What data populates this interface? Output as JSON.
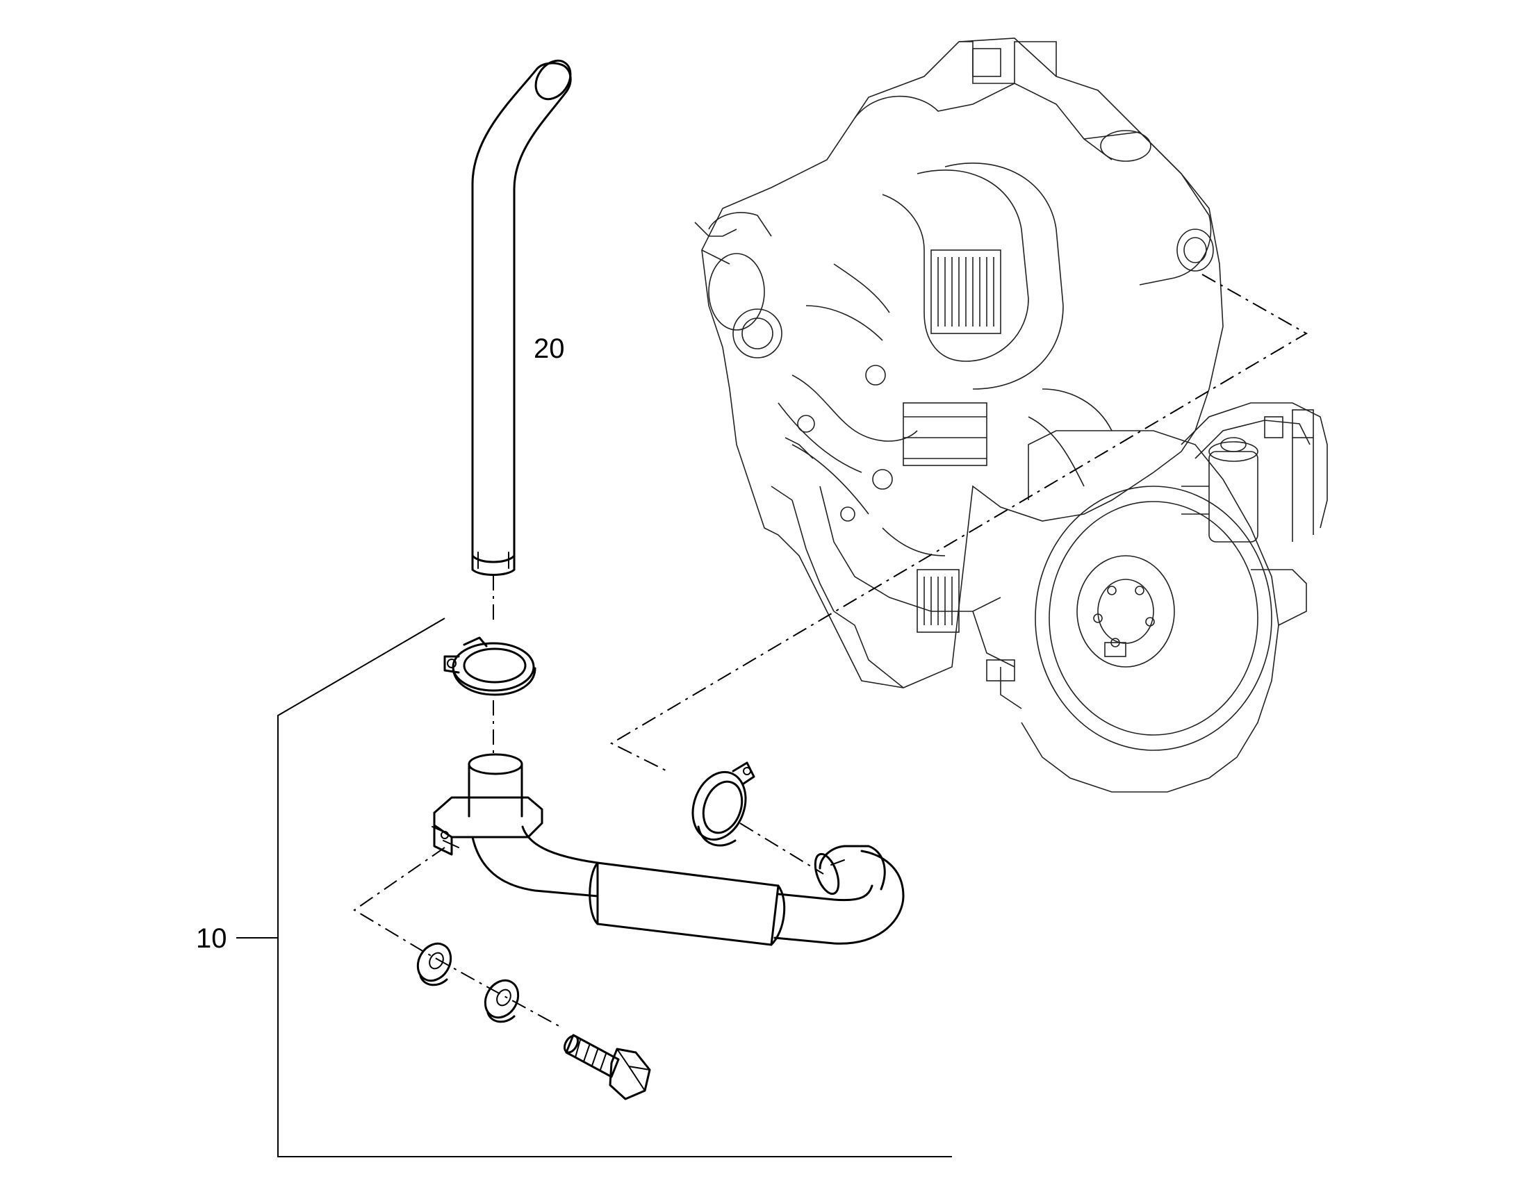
{
  "callouts": {
    "item_20": "20",
    "item_10": "10"
  },
  "parts": {
    "exhaust_stack": "20",
    "exhaust_pipe_assembly": "10"
  },
  "colors": {
    "line": "#000000",
    "background": "#ffffff"
  }
}
